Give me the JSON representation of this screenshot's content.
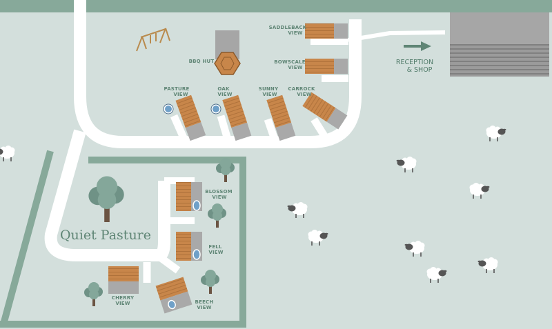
{
  "map": {
    "area_name": "Quiet Pasture",
    "reception": {
      "line1": "RECEPTION",
      "line2": "& SHOP"
    },
    "bbq": {
      "line1": "BBQ HUT"
    },
    "lodges": {
      "saddleback": {
        "line1": "SADDLEBACK",
        "line2": "VIEW"
      },
      "bowscale": {
        "line1": "BOWSCALE",
        "line2": "VIEW"
      },
      "pasture": {
        "line1": "PASTURE",
        "line2": "VIEW"
      },
      "oak": {
        "line1": "OAK",
        "line2": "VIEW"
      },
      "sunny": {
        "line1": "SUNNY",
        "line2": "VIEW"
      },
      "carrock": {
        "line1": "CARROCK",
        "line2": "VIEW"
      },
      "blossom": {
        "line1": "BLOSSOM",
        "line2": "VIEW"
      },
      "fell": {
        "line1": "FELL",
        "line2": "VIEW"
      },
      "cherry": {
        "line1": "CHERRY",
        "line2": "VIEW"
      },
      "beech": {
        "line1": "BEECH",
        "line2": "VIEW"
      }
    },
    "icons": [
      "playground-swing-icon",
      "tree-icon",
      "sheep-icon",
      "hot-tub-icon",
      "arrow-right-icon"
    ],
    "colors": {
      "field": "#d3dfdc",
      "hedge": "#87a99a",
      "road": "#ffffff",
      "lodge_wood": "#c8864a",
      "lodge_roof_grey": "#a9a9a9",
      "building": "#a6a6a6",
      "label": "#5f8575"
    }
  }
}
